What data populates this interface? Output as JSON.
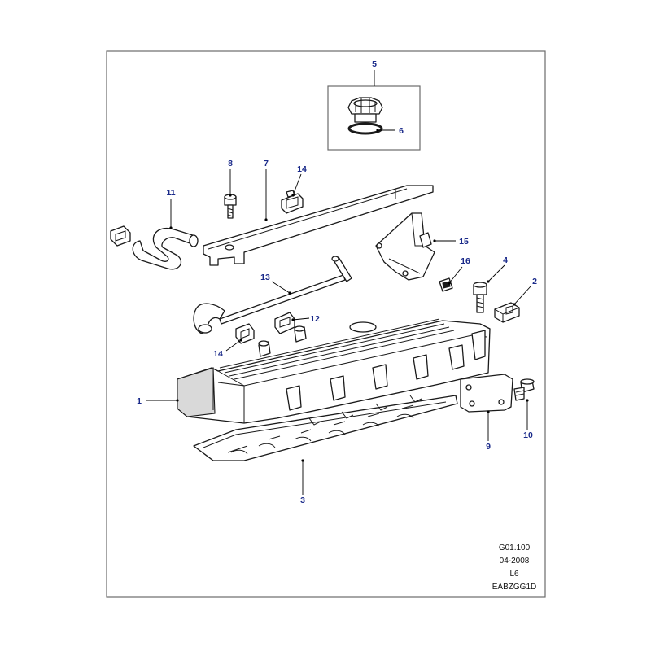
{
  "callouts": {
    "c1": "1",
    "c2": "2",
    "c3": "3",
    "c4": "4",
    "c5": "5",
    "c6": "6",
    "c7": "7",
    "c8": "8",
    "c9": "9",
    "c10": "10",
    "c11": "11",
    "c12": "12",
    "c13": "13",
    "c14a": "14",
    "c14b": "14",
    "c15": "15",
    "c16": "16"
  },
  "reference": {
    "code": "G01.100",
    "date": "04-2008",
    "engine": "L6",
    "drawing_id": "EABZGG1D"
  },
  "colors": {
    "callout_text": "#1a2a8a",
    "line": "#1a1a1a",
    "frame": "#6b6b6b"
  }
}
